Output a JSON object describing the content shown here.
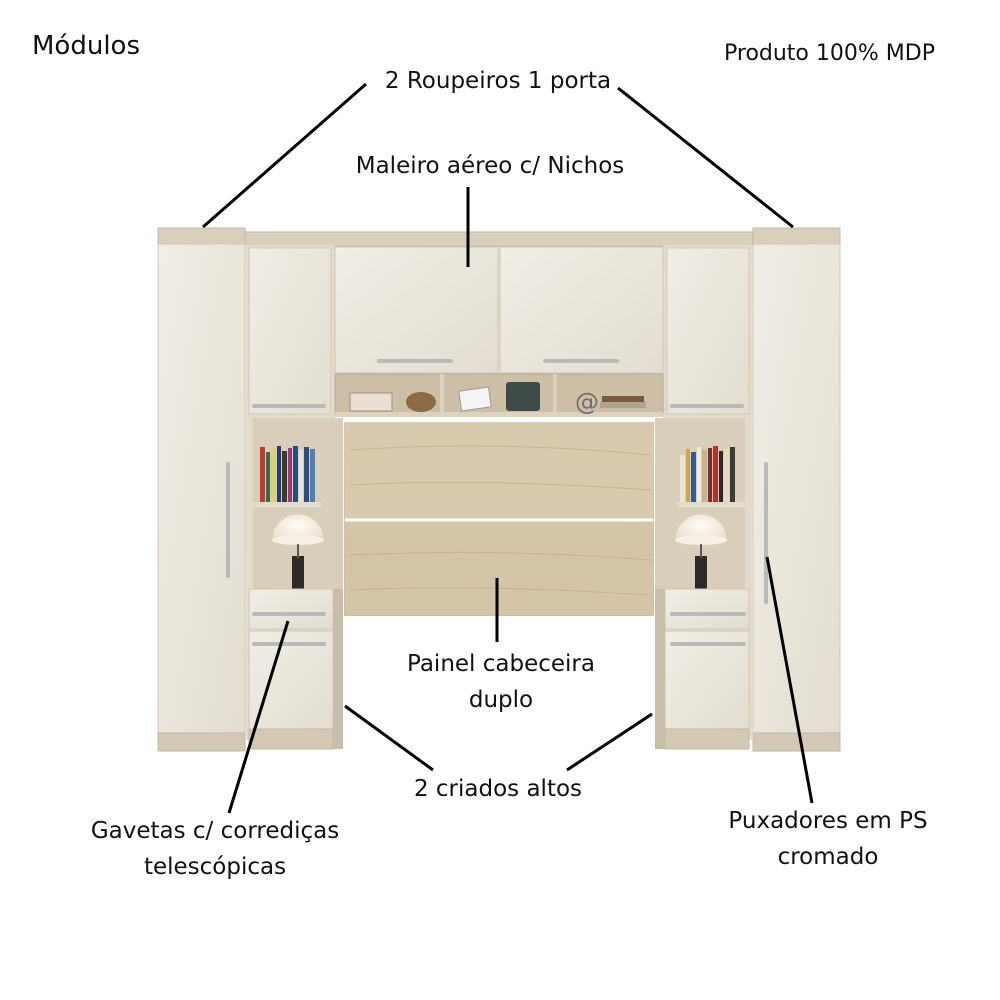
{
  "heading": "Módulos",
  "product_note": "Produto 100% MDP",
  "callouts": {
    "wardrobes": "2 Roupeiros 1 porta",
    "overhead": "Maleiro aéreo c/ Nichos",
    "headboard_line1": "Painel cabeceira",
    "headboard_line2": "duplo",
    "nightstands": "2 criados altos",
    "drawers_line1": "Gavetas c/ corrediças",
    "drawers_line2": "telescópicas",
    "handles_line1": "Puxadores em PS",
    "handles_line2": "cromado"
  },
  "shelf_accessory": "@",
  "colors": {
    "door_wood": "#ece8dd",
    "frame_wood": "#d8cfbd",
    "headboard_wood": "#d9cab0",
    "niche_interior": "#cdbfa6",
    "handle_chrome": "#b9b9b9",
    "leader_line": "#000000"
  }
}
